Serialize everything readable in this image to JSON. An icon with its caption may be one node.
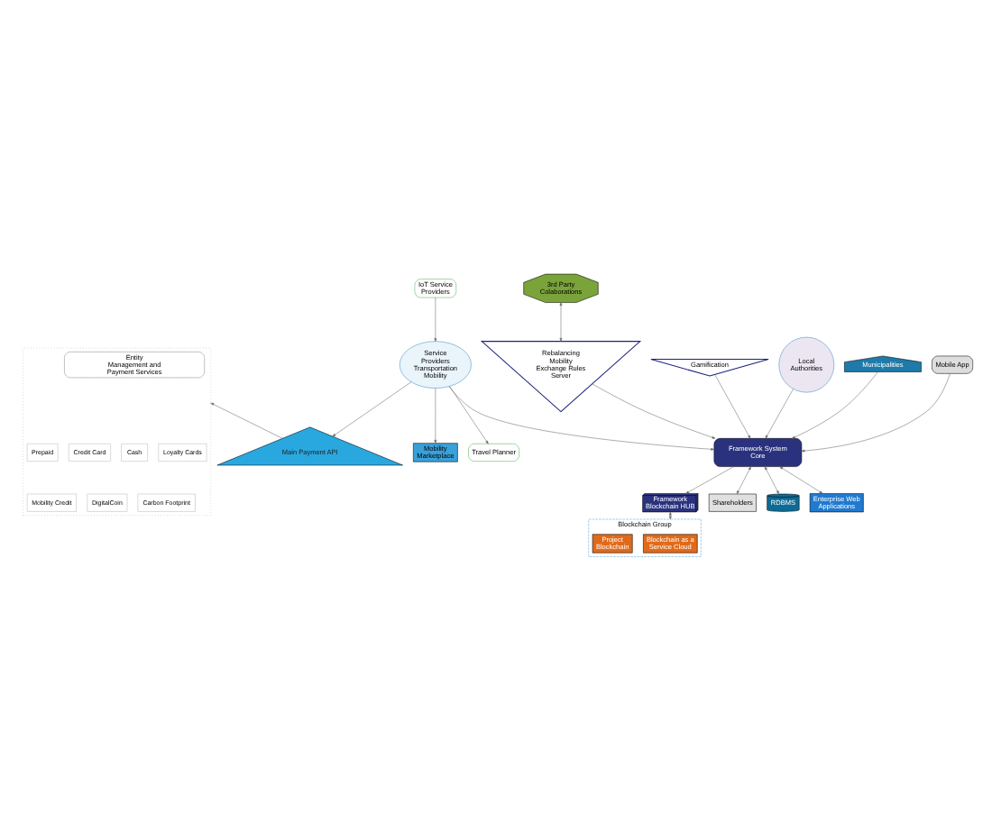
{
  "diagram": {
    "nodes": [
      {
        "text": [],
        "shape": "box"
      },
      {
        "text": [
          "Entity Management and Payment Services"
        ],
        "in": 0
      },
      {
        "text": [
          "Prepaid"
        ],
        "in": 0
      },
      {
        "text": [
          "Credit Card"
        ],
        "in": 0
      },
      {
        "text": [
          "Cash"
        ],
        "in": 0
      },
      {
        "text": [
          "Loyalty Cards"
        ],
        "in": 0
      },
      {
        "text": [
          "Mobility Credit"
        ],
        "in": 0
      },
      {
        "text": [
          "DigitalCoin"
        ],
        "in": 0
      },
      {
        "text": [
          "Carbon Footprint"
        ],
        "in": 0
      },
      {
        "text": [
          "Main Payment API"
        ]
      },
      {
        "text": [
          "3rd Party Colaborations"
        ]
      },
      {
        "text": [
          "Rebalancing Mobility Exchange Rules Server"
        ]
      },
      {
        "text": [
          "Mobility Marketplace"
        ]
      },
      {
        "text": [
          "Service Providers Transportation Mobility"
        ]
      },
      {
        "text": [
          "IoT Service Providers"
        ]
      },
      {
        "text": [
          "Travel Planner"
        ]
      },
      {
        "text": [
          "Gamification"
        ]
      },
      {
        "text": [
          "Blockchain Group"
        ]
      },
      {
        "text": [
          "Blockchain as a Service Cloud"
        ],
        "in": 17
      },
      {
        "text": [
          "Project Blockchain"
        ],
        "in": 17
      },
      {
        "text": [
          "Framework Blockchain HUB"
        ]
      },
      {
        "text": [
          "Framework System Core"
        ]
      },
      {
        "text": [
          "Local Authorities"
        ]
      },
      {
        "text": [
          "Municipalities"
        ]
      },
      {
        "text": [
          "Shareholders"
        ]
      },
      {
        "text": [
          "RDBMS"
        ]
      },
      {
        "text": [
          "Enterprise Web Applications"
        ]
      },
      {
        "text": [
          "Mobile App"
        ]
      }
    ],
    "edges": [
      {
        "from": 9,
        "to": 0,
        "arrow": "to"
      },
      {
        "from": 10,
        "to": 11,
        "arrow": "both"
      },
      {
        "from": 11,
        "to": 21,
        "arrow": "to"
      },
      {
        "from": 13,
        "to": 9,
        "arrow": "to"
      },
      {
        "from": 13,
        "to": 12,
        "arrow": "to"
      },
      {
        "from": 13,
        "to": 21,
        "arrow": "to"
      },
      {
        "from": 14,
        "to": 13,
        "arrow": "to"
      },
      {
        "from": 13,
        "to": 15,
        "arrow": "to"
      },
      {
        "from": 16,
        "to": 21,
        "arrow": "to"
      },
      {
        "from": 22,
        "to": 21,
        "arrow": "to"
      },
      {
        "from": 23,
        "to": 21,
        "arrow": "to"
      },
      {
        "from": 21,
        "to": 24,
        "arrow": "both"
      },
      {
        "from": 21,
        "to": 20,
        "arrow": "to"
      },
      {
        "from": 20,
        "to": 17,
        "arrow": "both"
      },
      {
        "from": 21,
        "to": 25,
        "arrow": "both"
      },
      {
        "from": 21,
        "to": 26,
        "arrow": "both"
      },
      {
        "from": 27,
        "to": 21,
        "arrow": "to"
      }
    ]
  }
}
